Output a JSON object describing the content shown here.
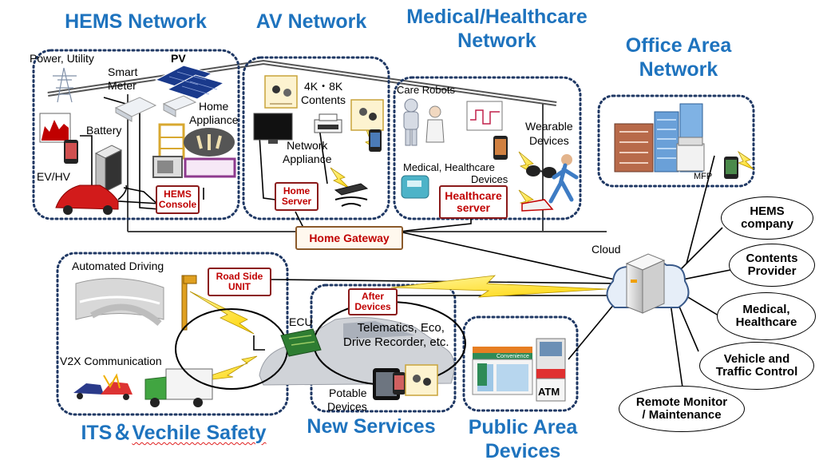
{
  "headers": {
    "hems": "HEMS Network",
    "av": "AV Network",
    "medical_line1": "Medical/Healthcare",
    "medical_line2": "Network",
    "office_line1": "Office Area",
    "office_line2": "Network",
    "its_prefix": "ITS＆",
    "its_suffix": "Vechile Safety",
    "new_services": "New Services",
    "public_line1": "Public Area",
    "public_line2": "Devices"
  },
  "hems": {
    "power": "Power, Utility",
    "smart_meter_1": "Smart",
    "smart_meter_2": "Meter",
    "pv": "PV",
    "home_appliance_1": "Home",
    "home_appliance_2": "Appliance",
    "battery": "Battery",
    "ev": "EV/HV",
    "console_1": "HEMS",
    "console_2": "Console"
  },
  "av": {
    "contents_1": "4K・8K",
    "contents_2": "Contents",
    "network_appliance_1": "Network",
    "network_appliance_2": "Appliance",
    "home_server_1": "Home",
    "home_server_2": "Server"
  },
  "medical": {
    "care_robots": "Care Robots",
    "wearable_1": "Wearable",
    "wearable_2": "Devices",
    "devices_1": "Medical, Healthcare",
    "devices_2": "Devices",
    "server_1": "Healthcare",
    "server_2": "server"
  },
  "office": {
    "mfp": "MFP"
  },
  "home_gateway": "Home Gateway",
  "cloud": "Cloud",
  "its": {
    "automated": "Automated Driving",
    "rsu_1": "Road Side",
    "rsu_2": "UNIT",
    "ecu": "ECU",
    "v2x": "V2X Communication"
  },
  "new_services": {
    "after_1": "After",
    "after_2": "Devices",
    "telematics_1": "Telematics, Eco,",
    "telematics_2": "Drive Recorder, etc.",
    "portable_1": "Potable",
    "portable_2": "Devices"
  },
  "public": {
    "convenience": "Convenience",
    "atm": "ATM"
  },
  "providers": [
    {
      "line1": "HEMS",
      "line2": "company"
    },
    {
      "line1": "Contents",
      "line2": "Provider"
    },
    {
      "line1": "Medical,",
      "line2": "Healthcare"
    },
    {
      "line1": "Vehicle and",
      "line2": "Traffic Control"
    },
    {
      "line1": "Remote Monitor",
      "line2": "/ Maintenance"
    }
  ],
  "colors": {
    "header_blue": "#1e73be",
    "dotted_border": "#1f3864",
    "label_red": "#c00000",
    "lightning_yellow": "#ffe400"
  }
}
